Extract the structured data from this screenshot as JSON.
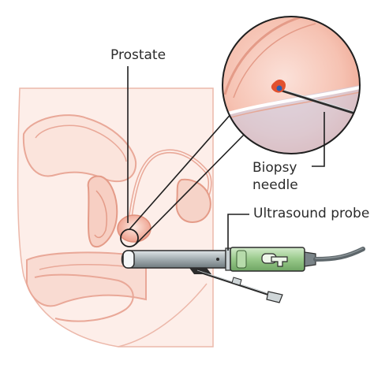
{
  "labels": {
    "prostate": "Prostate",
    "biopsy_line1": "Biopsy",
    "biopsy_line2": "needle",
    "probe": "Ultrasound probe"
  },
  "colors": {
    "tissue_fill": "#fbe3dc",
    "tissue_stroke": "#e9a898",
    "prostate": "#f3b7a5",
    "probe_body": "#a9b2b5",
    "probe_handle": "#a6d29b",
    "leader_line": "#222222"
  }
}
